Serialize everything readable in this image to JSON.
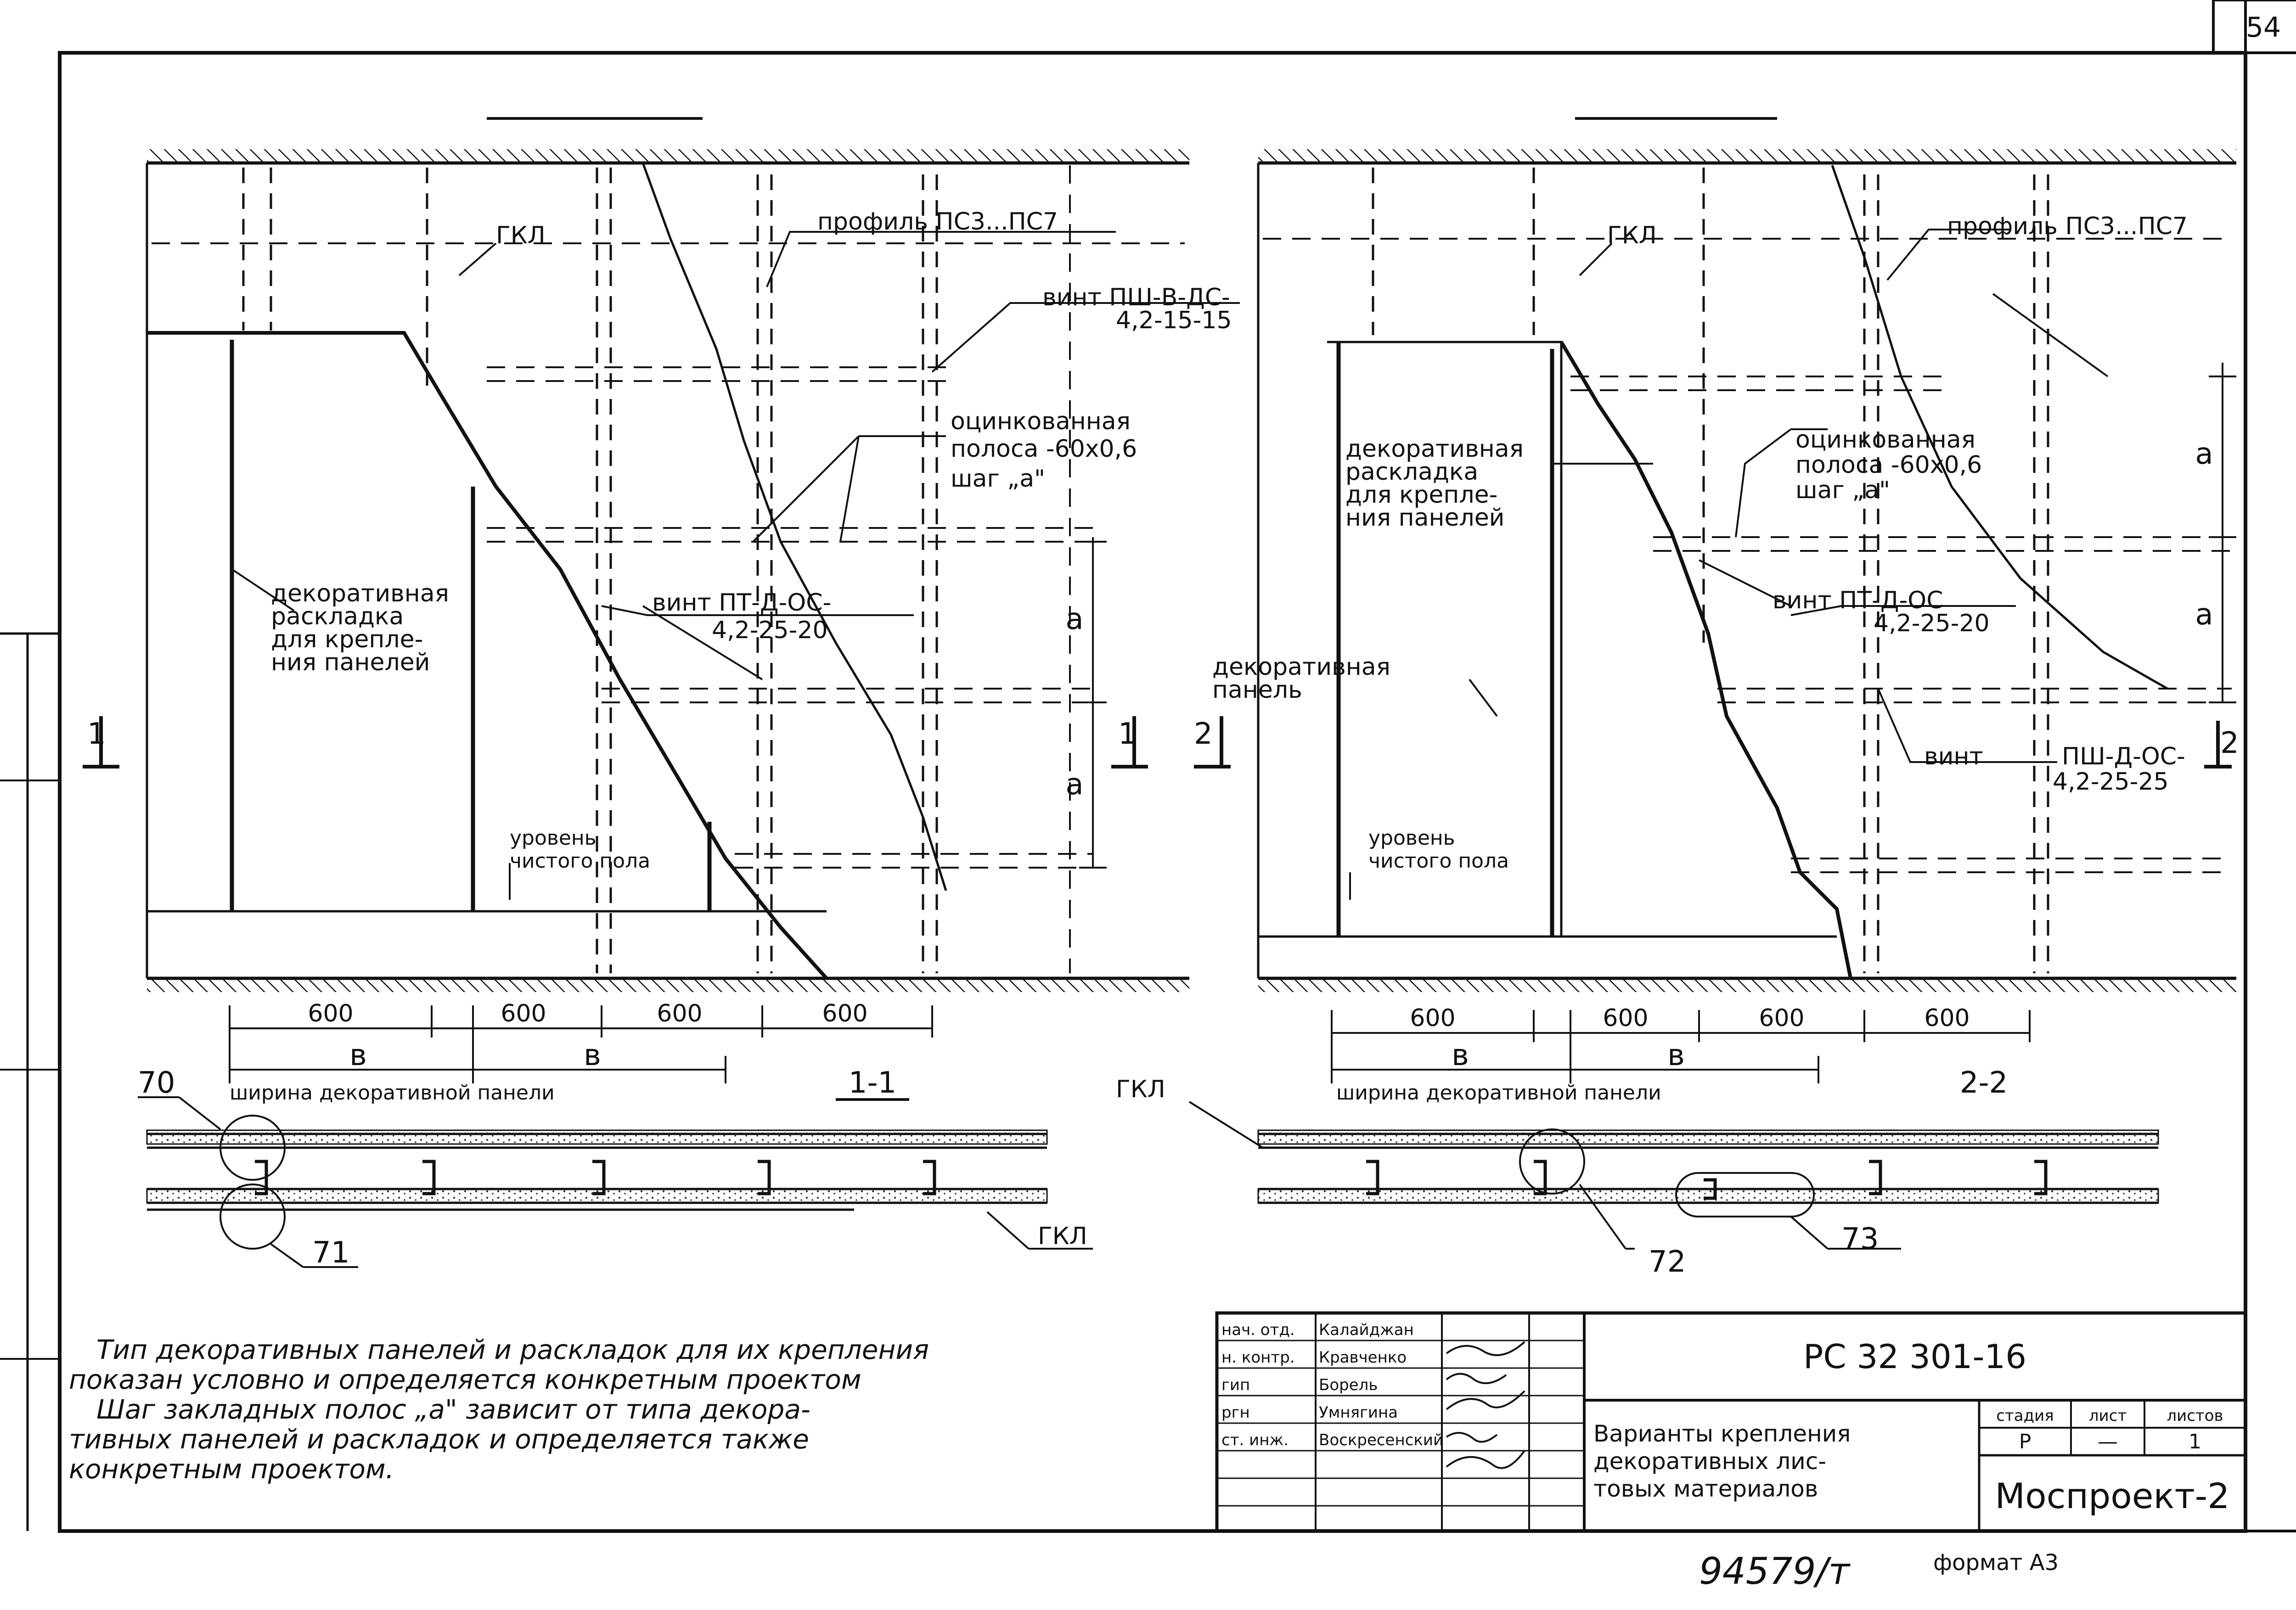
{
  "sheet": {
    "page_number": "54",
    "variant_1_title": "I вариант",
    "variant_2_title": "II вариант",
    "format_label": "формат А3",
    "archive_number": "94579/т"
  },
  "variant_1": {
    "gkl": "ГКЛ",
    "profile": "профиль ПС3...ПС7",
    "screw_top_1": "винт ПШ-В-ДС-",
    "screw_top_2": "4,2-15-15",
    "strip_1": "оцинкованная",
    "strip_2": "полоса -60х0,6",
    "strip_3": "шаг „а\"",
    "dec_lay_1": "декоративная",
    "dec_lay_2": "раскладка",
    "dec_lay_3": "для крепле-",
    "dec_lay_4": "ния панелей",
    "screw_mid_1": "винт ПТ-Д-ОС-",
    "screw_mid_2": "4,2-25-20",
    "floor_1": "уровень",
    "floor_2": "чистого пола",
    "dim_a1": "а",
    "dim_a2": "а",
    "dims": [
      "600",
      "600",
      "600",
      "600"
    ],
    "b1": "в",
    "b2": "в",
    "width_label": "ширина декоративной панели",
    "section_mark": "1",
    "section_mark_right": "1",
    "section_title": "1-1"
  },
  "variant_2": {
    "gkl": "ГКЛ",
    "profile": "профиль ПС3...ПС7",
    "dec_lay_1": "декоративная",
    "dec_lay_2": "раскладка",
    "dec_lay_3": "для крепле-",
    "dec_lay_4": "ния панелей",
    "strip_1": "оцинкованная",
    "strip_2": "полоса -60х0,6",
    "strip_3": "шаг „а\"",
    "screw_mid_1": "винт ПТ-Д-ОС",
    "screw_mid_2": "4,2-25-20",
    "dec_panel_1": "декоративная",
    "dec_panel_2": "панель",
    "screw_low_1": "винт",
    "screw_low_2": "ПШ-Д-ОС-",
    "screw_low_3": "4,2-25-25",
    "floor_1": "уровень",
    "floor_2": "чистого пола",
    "dim_a1": "а",
    "dim_a2": "а",
    "dims": [
      "600",
      "600",
      "600",
      "600"
    ],
    "b1": "в",
    "b2": "в",
    "width_label": "ширина декоративной панели",
    "section_mark": "2",
    "section_mark_right": "2",
    "section_title": "2-2"
  },
  "sections": {
    "gkl_left_bottom": "ГКЛ",
    "gkl_right_top": "ГКЛ",
    "node_70": "70",
    "node_71": "71",
    "node_72": "72",
    "node_73": "73"
  },
  "notes": {
    "line_1": "Тип декоративных панелей и раскладок для их крепления",
    "line_2": "показан условно и определяется конкретным проектом",
    "line_3": "Шаг закладных полос „а\" зависит от типа декора-",
    "line_4": "тивных панелей и раскладок и определяется также",
    "line_5": "конкретным проектом."
  },
  "title_block": {
    "code": "РС 32 301-16",
    "roles": [
      "нач. отд.",
      "н. контр.",
      "гип",
      "ргн",
      "ст. инж."
    ],
    "names": [
      "Калайджан",
      "Кравченко",
      "Борель",
      "Умнягина",
      "Воскресенский"
    ],
    "title_1": "Варианты крепления",
    "title_2": "декоративных лис-",
    "title_3": "товых материалов",
    "stage_header": "стадия",
    "sheet_header": "лист",
    "sheets_header": "листов",
    "stage": "Р",
    "sheet": "—",
    "sheets": "1",
    "org": "Моспроект-2"
  }
}
